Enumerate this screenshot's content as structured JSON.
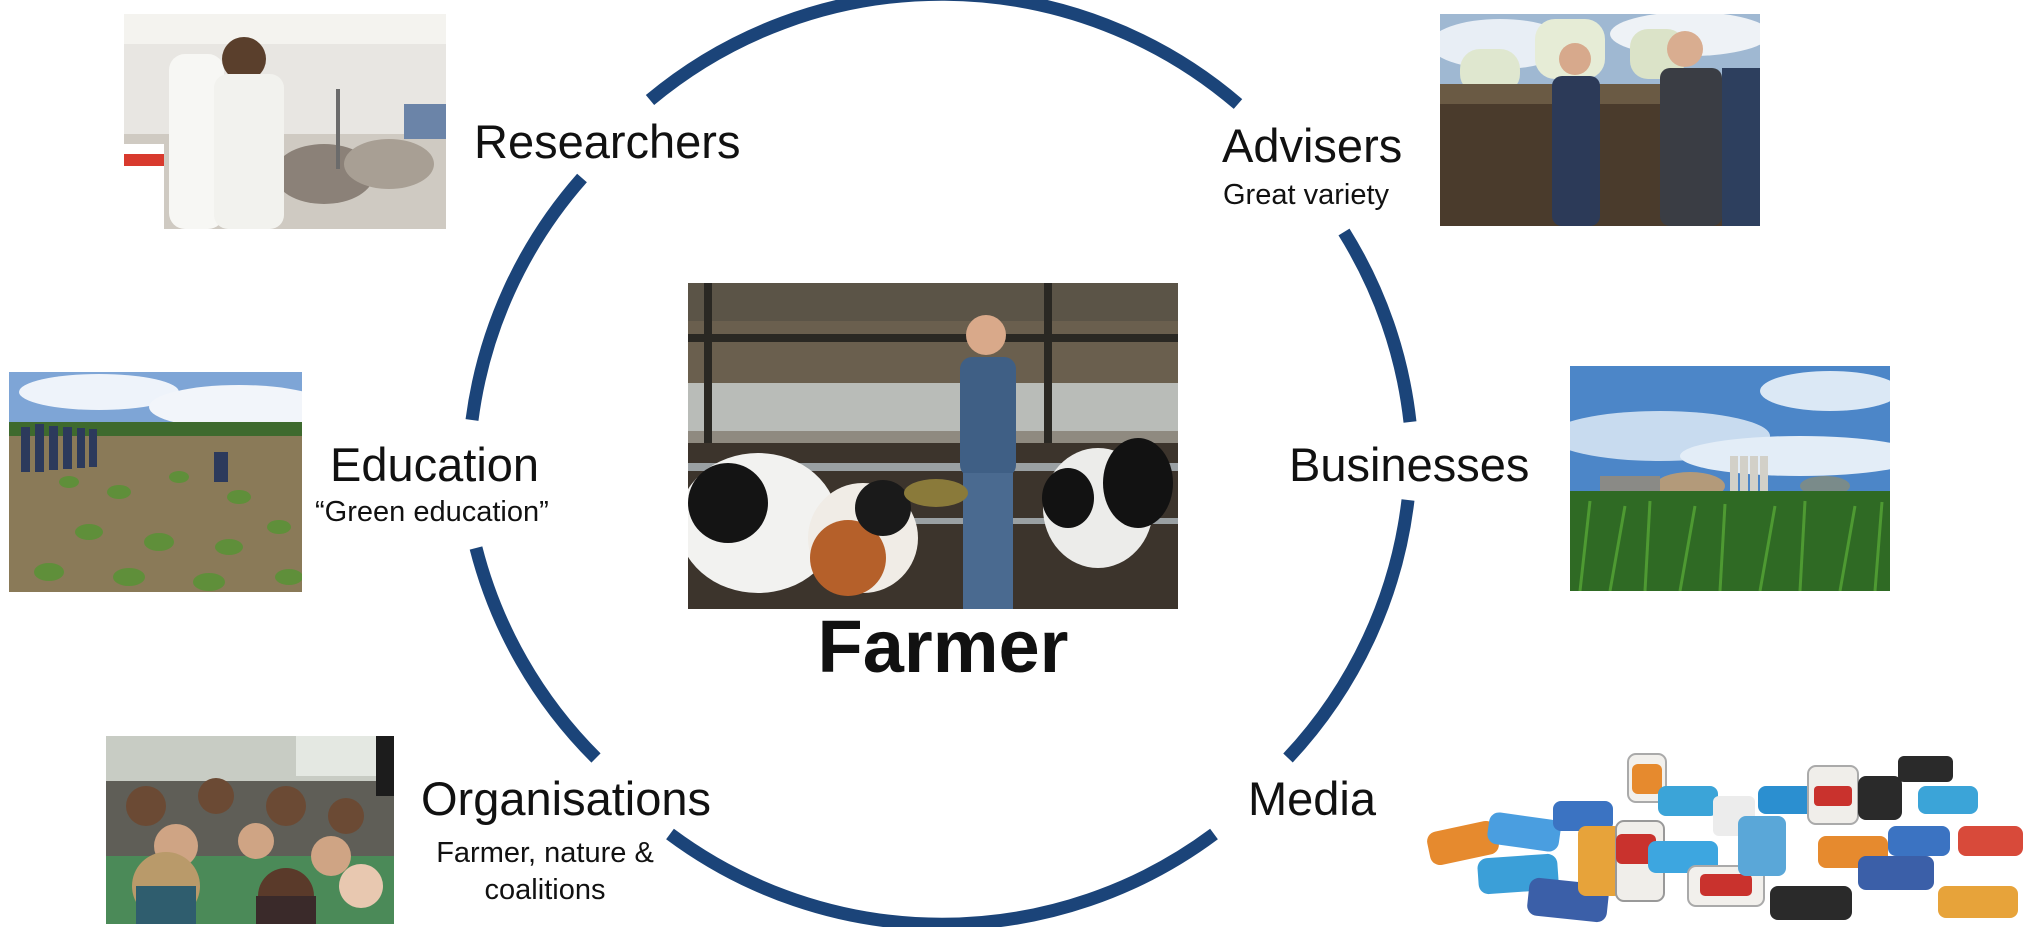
{
  "center": {
    "title": "Farmer"
  },
  "nodes": {
    "researchers": {
      "title": "Researchers"
    },
    "advisers": {
      "title": "Advisers",
      "subtitle": "Great variety"
    },
    "education": {
      "title": "Education",
      "subtitle": "“Green education”"
    },
    "businesses": {
      "title": "Businesses"
    },
    "organisations": {
      "title": "Organisations",
      "subtitle_line1": "Farmer, nature &",
      "subtitle_line2": "coalitions"
    },
    "media": {
      "title": "Media"
    }
  },
  "colors": {
    "ring": "#1b4479"
  }
}
